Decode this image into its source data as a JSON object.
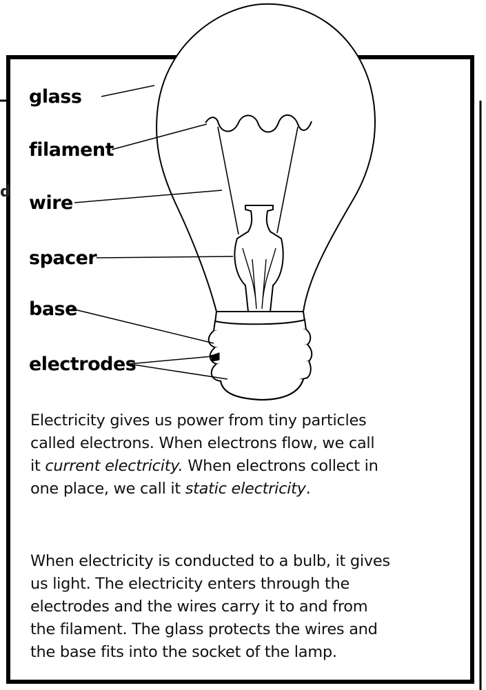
{
  "labels": {
    "glass": "glass",
    "filament": "filament",
    "wire": "wire",
    "spacer": "spacer",
    "base": "base",
    "electrodes": "electrodes"
  },
  "edge_mark": "d",
  "paragraphs": {
    "p1": {
      "l1": "Electricity gives us power from tiny particles",
      "l2": "called electrons.  When electrons flow, we call",
      "l3a": "it ",
      "l3b": "current electricity.",
      "l3c": "  When electrons collect in",
      "l4a": "one place, we call it ",
      "l4b": "static electricity",
      "l4c": "."
    },
    "p2": {
      "l1": "When electricity is conducted to a bulb, it gives",
      "l2": "us light.  The electricity enters through the",
      "l3": "electrodes and the wires carry it to and from",
      "l4": "the filament. The glass protects the wires and",
      "l5": "the base fits into the socket of the lamp."
    }
  }
}
